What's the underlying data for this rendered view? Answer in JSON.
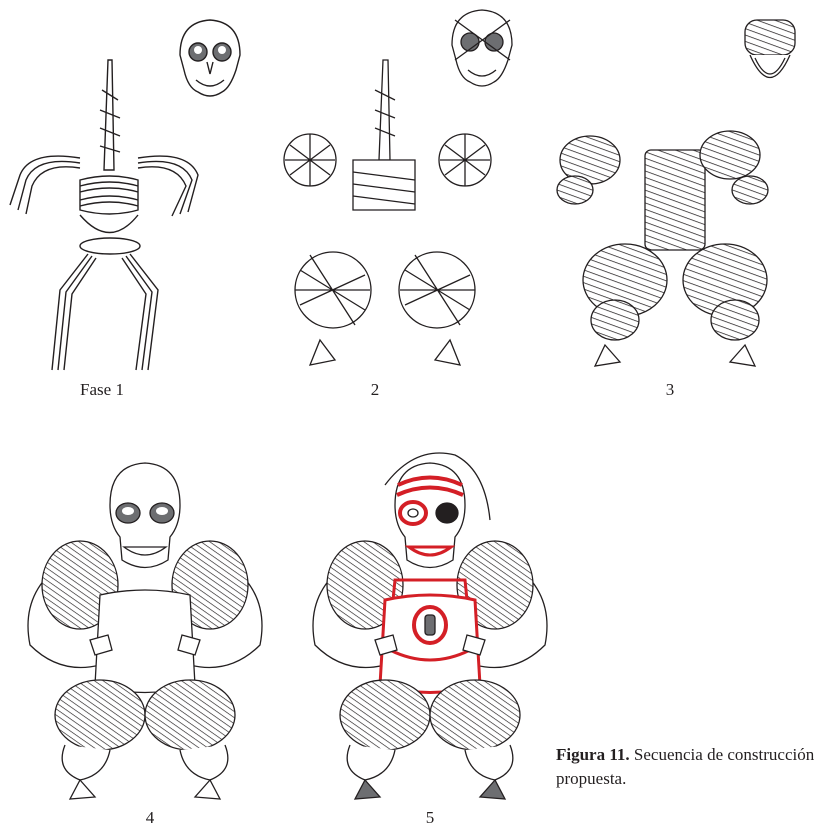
{
  "panels": [
    {
      "label": "Fase 1"
    },
    {
      "label": "2"
    },
    {
      "label": "3"
    },
    {
      "label": "4"
    },
    {
      "label": "5"
    }
  ],
  "caption": {
    "prefix": "Figura 11.",
    "text": " Secuencia de construcción propuesta."
  },
  "colors": {
    "line": "#231f20",
    "paint_red": "#d41f26",
    "eye_shade": "#6d6e71"
  }
}
